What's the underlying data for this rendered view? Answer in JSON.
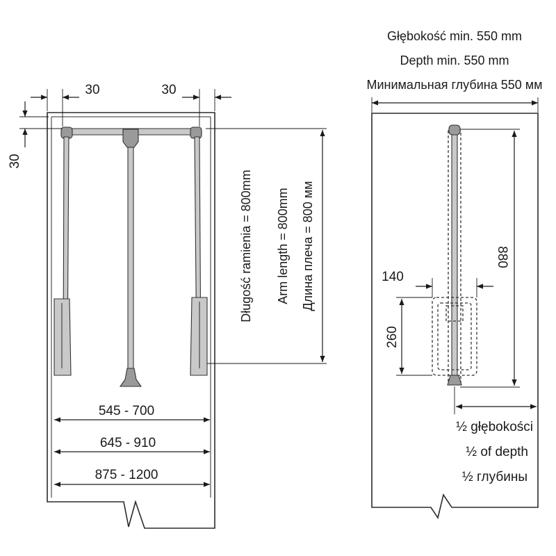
{
  "front_view": {
    "top_gap_left": "30",
    "top_gap_right": "30",
    "side_gap": "30",
    "width_ranges": [
      "545 - 700",
      "645 - 910",
      "875 - 1200"
    ],
    "arm_length_pl": "Długość ramienia = 800mm",
    "arm_length_en": "Arm length = 800mm",
    "arm_length_ru": "Длина плеча = 800 мм"
  },
  "side_view": {
    "depth_pl": "Głębokość min. 550 mm",
    "depth_en": "Depth min. 550 mm",
    "depth_ru": "Минимальная глубина 550 мм",
    "width_140": "140",
    "height_260": "260",
    "height_880": "880",
    "half_depth_pl": "½ głębokości",
    "half_depth_en": "½ of depth",
    "half_depth_ru": "½ глубины"
  }
}
